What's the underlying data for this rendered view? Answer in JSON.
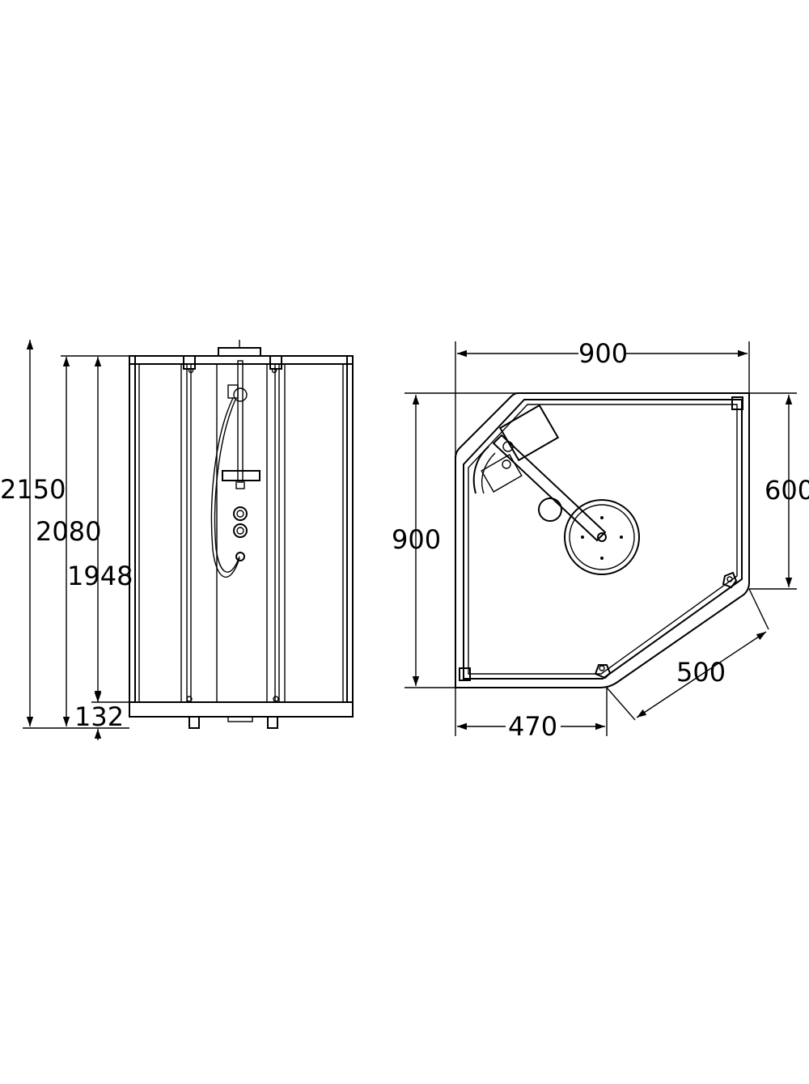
{
  "front_view": {
    "dimensions": {
      "total_height": "2150",
      "frame_height": "2080",
      "door_height": "1948",
      "tray_height": "132"
    }
  },
  "plan_view": {
    "dimensions": {
      "width": "900",
      "depth": "900",
      "side_depth": "600",
      "diagonal_door": "500",
      "front_width": "470"
    }
  }
}
